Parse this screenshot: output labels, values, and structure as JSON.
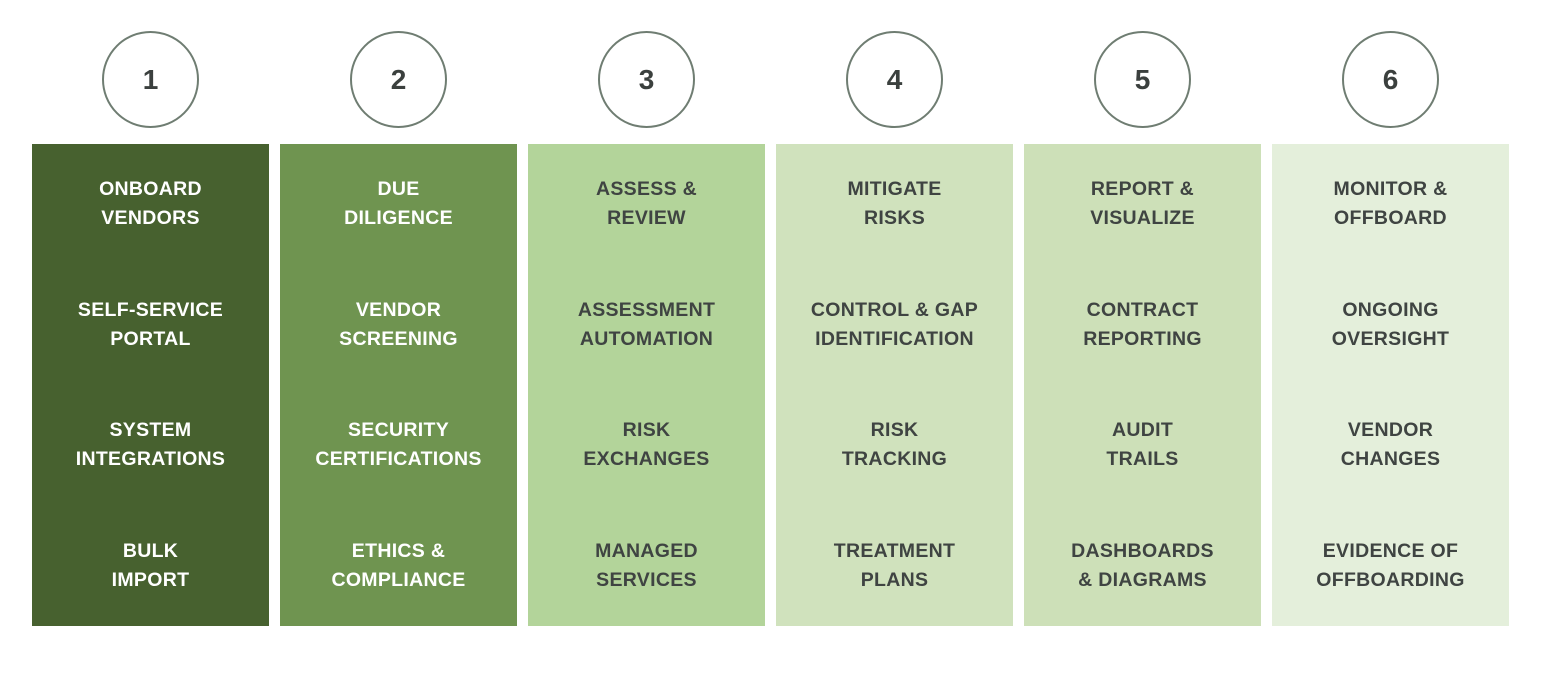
{
  "diagram": {
    "circle": {
      "border_color": "#6f7d72",
      "number_color": "#3b403e",
      "fill": "#ffffff"
    },
    "stages": [
      {
        "number": "1",
        "bg": "#47612f",
        "fg": "#ffffff",
        "title": [
          "ONBOARD",
          "VENDORS"
        ],
        "items": [
          [
            "SELF-SERVICE",
            "PORTAL"
          ],
          [
            "SYSTEM",
            "INTEGRATIONS"
          ],
          [
            "BULK",
            "IMPORT"
          ]
        ]
      },
      {
        "number": "2",
        "bg": "#6f9450",
        "fg": "#ffffff",
        "title": [
          "DUE",
          "DILIGENCE"
        ],
        "items": [
          [
            "VENDOR",
            "SCREENING"
          ],
          [
            "SECURITY",
            "CERTIFICATIONS"
          ],
          [
            "ETHICS &",
            "COMPLIANCE"
          ]
        ]
      },
      {
        "number": "3",
        "bg": "#b3d49a",
        "fg": "#3f4442",
        "title": [
          "ASSESS &",
          "REVIEW"
        ],
        "items": [
          [
            "ASSESSMENT",
            "AUTOMATION"
          ],
          [
            "RISK",
            "EXCHANGES"
          ],
          [
            "MANAGED",
            "SERVICES"
          ]
        ]
      },
      {
        "number": "4",
        "bg": "#d0e2bd",
        "fg": "#3f4442",
        "title": [
          "MITIGATE",
          "RISKS"
        ],
        "items": [
          [
            "CONTROL & GAP",
            "IDENTIFICATION"
          ],
          [
            "RISK",
            "TRACKING"
          ],
          [
            "TREATMENT",
            "PLANS"
          ]
        ]
      },
      {
        "number": "5",
        "bg": "#cde0b8",
        "fg": "#3f4442",
        "title": [
          "REPORT &",
          "VISUALIZE"
        ],
        "items": [
          [
            "CONTRACT",
            "REPORTING"
          ],
          [
            "AUDIT",
            "TRAILS"
          ],
          [
            "DASHBOARDS",
            "& DIAGRAMS"
          ]
        ]
      },
      {
        "number": "6",
        "bg": "#e4efdb",
        "fg": "#3f4442",
        "title": [
          "MONITOR &",
          "OFFBOARD"
        ],
        "items": [
          [
            "ONGOING",
            "OVERSIGHT"
          ],
          [
            "VENDOR",
            "CHANGES"
          ],
          [
            "EVIDENCE OF",
            "OFFBOARDING"
          ]
        ]
      }
    ]
  }
}
